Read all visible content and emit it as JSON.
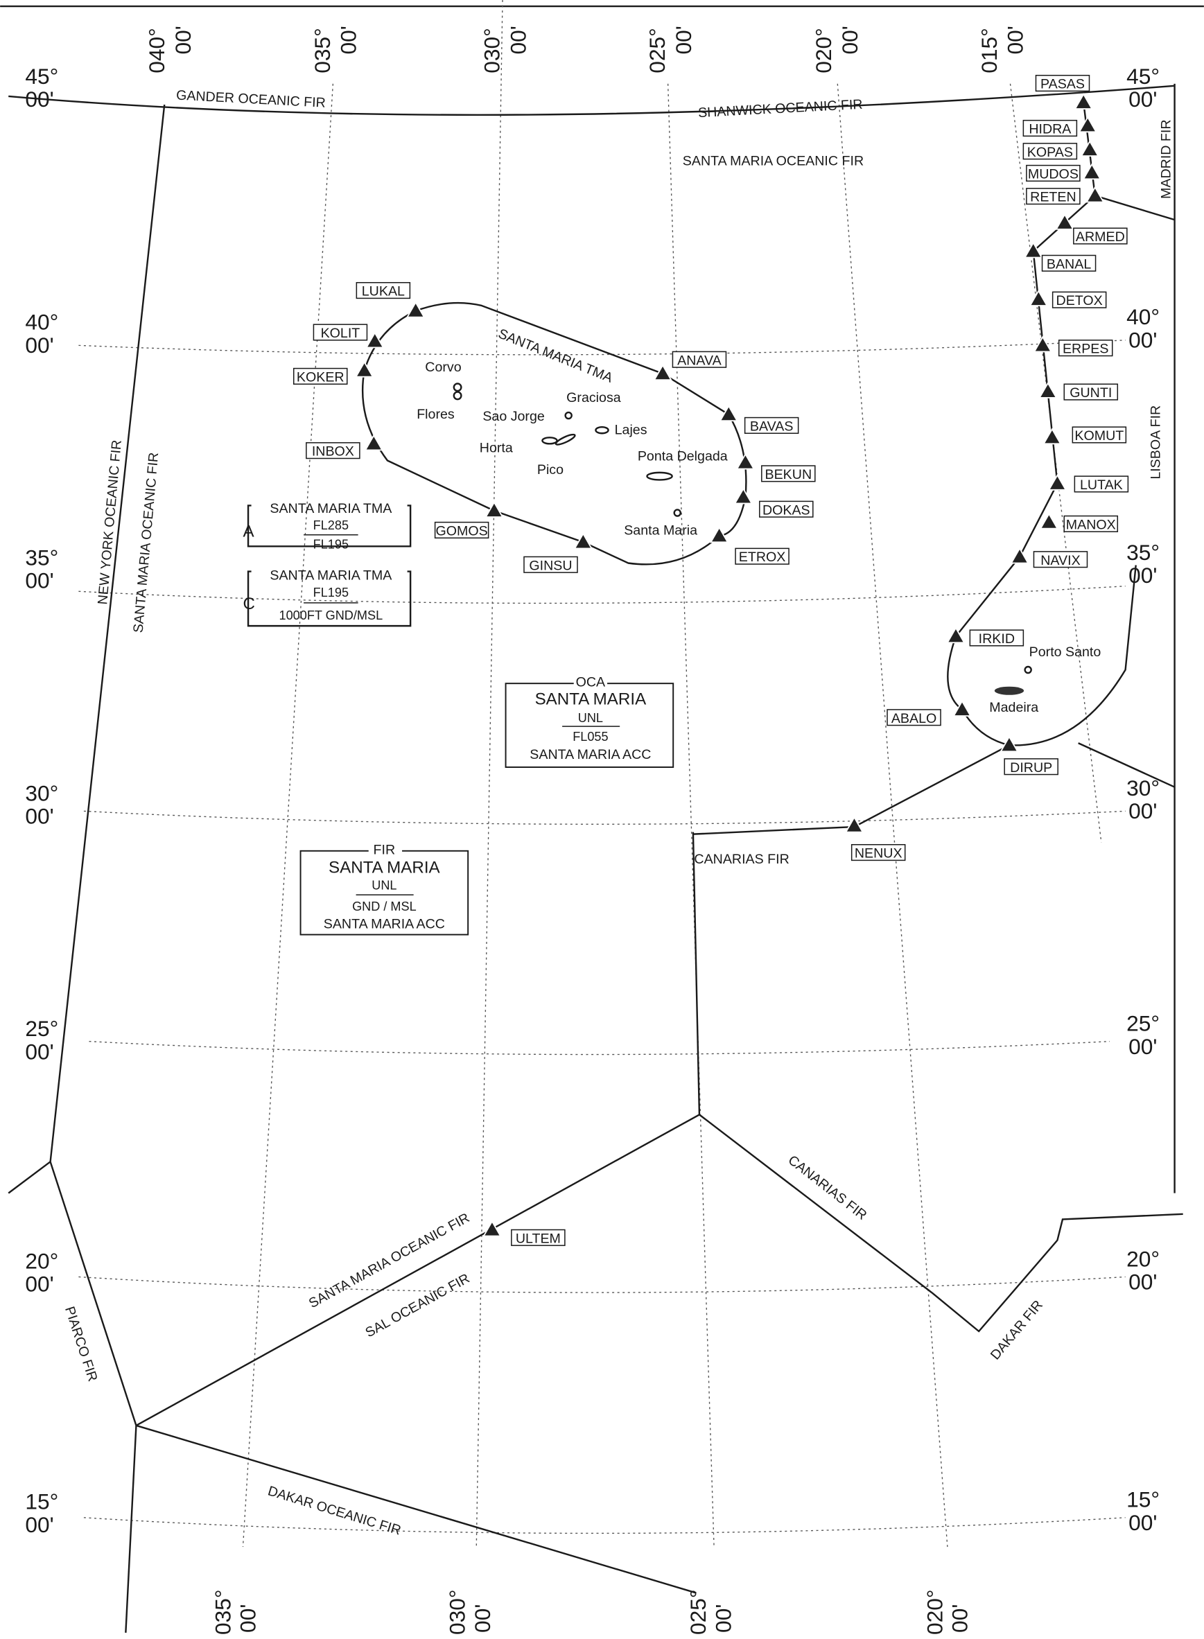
{
  "map": {
    "colors": {
      "ink": "#1a1a1a",
      "paper": "#ffffff",
      "grid": "#555555"
    },
    "lat_labels_left": [
      {
        "deg": "45°",
        "min": "00'"
      },
      {
        "deg": "40°",
        "min": "00'"
      },
      {
        "deg": "35°",
        "min": "00'"
      },
      {
        "deg": "30°",
        "min": "00'"
      },
      {
        "deg": "25°",
        "min": "00'"
      },
      {
        "deg": "20°",
        "min": "00'"
      },
      {
        "deg": "15°",
        "min": "00'"
      }
    ],
    "lat_labels_right": [
      {
        "deg": "45°",
        "min": "00'"
      },
      {
        "deg": "40°",
        "min": "00'"
      },
      {
        "deg": "35°",
        "min": "00'"
      },
      {
        "deg": "30°",
        "min": "00'"
      },
      {
        "deg": "25°",
        "min": "00'"
      },
      {
        "deg": "20°",
        "min": "00'"
      },
      {
        "deg": "15°",
        "min": "00'"
      }
    ],
    "lon_labels_top": [
      {
        "deg": "040°",
        "min": "00'"
      },
      {
        "deg": "035°",
        "min": "00'"
      },
      {
        "deg": "030°",
        "min": "00'"
      },
      {
        "deg": "025°",
        "min": "00'"
      },
      {
        "deg": "020°",
        "min": "00'"
      },
      {
        "deg": "015°",
        "min": "00'"
      }
    ],
    "lon_labels_bottom": [
      {
        "deg": "035°",
        "min": "00'"
      },
      {
        "deg": "030°",
        "min": "00'"
      },
      {
        "deg": "025°",
        "min": "00'"
      },
      {
        "deg": "020°",
        "min": "00'"
      }
    ],
    "fir_labels": {
      "gander": "GANDER OCEANIC FIR",
      "shanwick": "SHANWICK OCEANIC FIR",
      "santa_maria_top": "SANTA MARIA OCEANIC FIR",
      "madrid": "MADRID FIR",
      "lisboa": "LISBOA FIR",
      "new_york": "NEW YORK OCEANIC FIR",
      "santa_maria_left": "SANTA MARIA OCEANIC FIR",
      "santa_maria_tma": "SANTA MARIA TMA",
      "canarias_1": "CANARIAS FIR",
      "canarias_2": "CANARIAS FIR",
      "santa_maria_bottom": "SANTA MARIA OCEANIC FIR",
      "sal": "SAL OCEANIC FIR",
      "dakar": "DAKAR FIR",
      "piarco": "PIARCO FIR",
      "dakar_oceanic": "DAKAR OCEANIC FIR"
    },
    "islands": [
      "Corvo",
      "Flores",
      "Graciosa",
      "Sao Jorge",
      "Lajes",
      "Horta",
      "Pico",
      "Ponta Delgada",
      "Santa Maria",
      "Porto Santo",
      "Madeira"
    ],
    "waypoints": [
      "PASAS",
      "HIDRA",
      "KOPAS",
      "MUDOS",
      "RETEN",
      "ARMED",
      "BANAL",
      "DETOX",
      "ERPES",
      "GUNTI",
      "KOMUT",
      "LUTAK",
      "MANOX",
      "NAVIX",
      "IRKID",
      "ABALO",
      "DIRUP",
      "NENUX",
      "LUKAL",
      "KOLIT",
      "KOKER",
      "INBOX",
      "GOMOS",
      "GINSU",
      "ETROX",
      "DOKAS",
      "BEKUN",
      "BAVAS",
      "ANAVA",
      "ULTEM"
    ],
    "tma_a": {
      "class": "A",
      "name": "SANTA MARIA TMA",
      "upper": "FL285",
      "lower": "FL195"
    },
    "tma_c": {
      "class": "C",
      "name": "SANTA MARIA TMA",
      "upper": "FL195",
      "lower": "1000FT GND/MSL"
    },
    "oca_box": {
      "type": "OCA",
      "name": "SANTA MARIA",
      "upper": "UNL",
      "lower": "FL055",
      "unit": "SANTA MARIA ACC"
    },
    "fir_box": {
      "type": "FIR",
      "name": "SANTA MARIA",
      "upper": "UNL",
      "lower": "GND / MSL",
      "unit": "SANTA MARIA ACC"
    }
  }
}
